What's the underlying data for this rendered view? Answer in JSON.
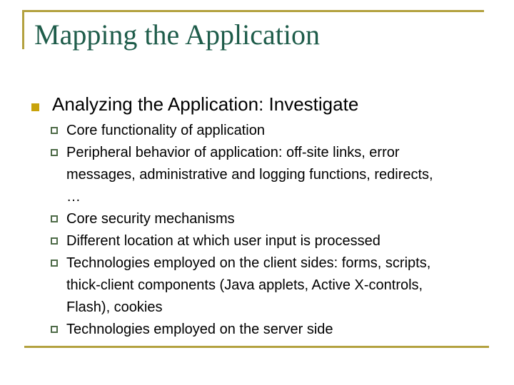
{
  "title": "Mapping the Application",
  "colors": {
    "background": "#ffffff",
    "title_green": "#1e5c4a",
    "rule_gold": "#b3a13f",
    "level1_bullet_gold": "#c8a30b",
    "sub_bullet_outline_green": "#4e6b48",
    "body_text": "#000000"
  },
  "content": {
    "bullet_label": "Analyzing the Application: Investigate",
    "sub_bullets": [
      {
        "text": "Core functionality of application"
      },
      {
        "text": "Peripheral behavior of application: off-site links, error\nmessages, administrative and logging functions, redirects,\n…"
      },
      {
        "text": "Core security mechanisms"
      },
      {
        "text": "Different location at which user input is processed"
      },
      {
        "text": "Technologies employed on the client sides: forms, scripts,\nthick-client components (Java applets, Active X-controls,\nFlash), cookies"
      },
      {
        "text": "Technologies employed on the server side"
      }
    ]
  }
}
